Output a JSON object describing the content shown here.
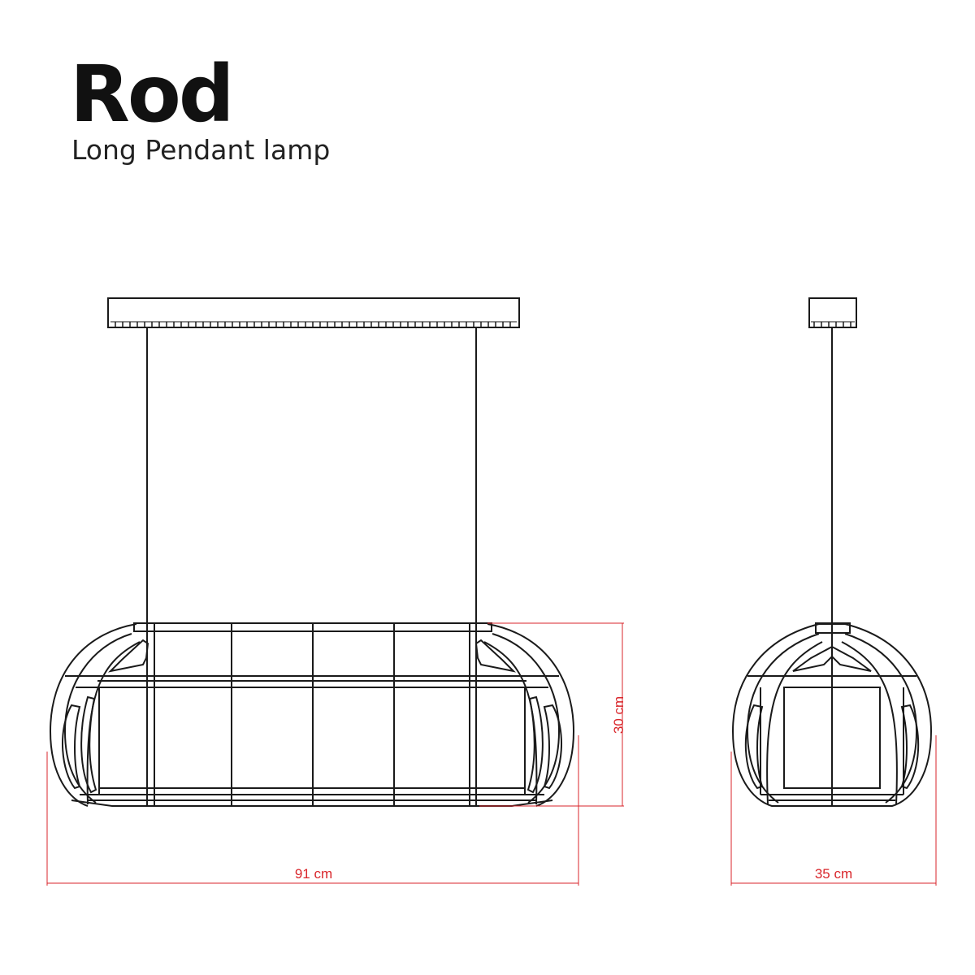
{
  "product": {
    "name": "Rod",
    "description": "Long Pendant lamp"
  },
  "dimensions": {
    "width": "91 cm",
    "height": "30 cm",
    "depth": "35 cm"
  },
  "colors": {
    "line": "#1a1a1a",
    "dimension": "#d9262b",
    "background": "#ffffff"
  }
}
